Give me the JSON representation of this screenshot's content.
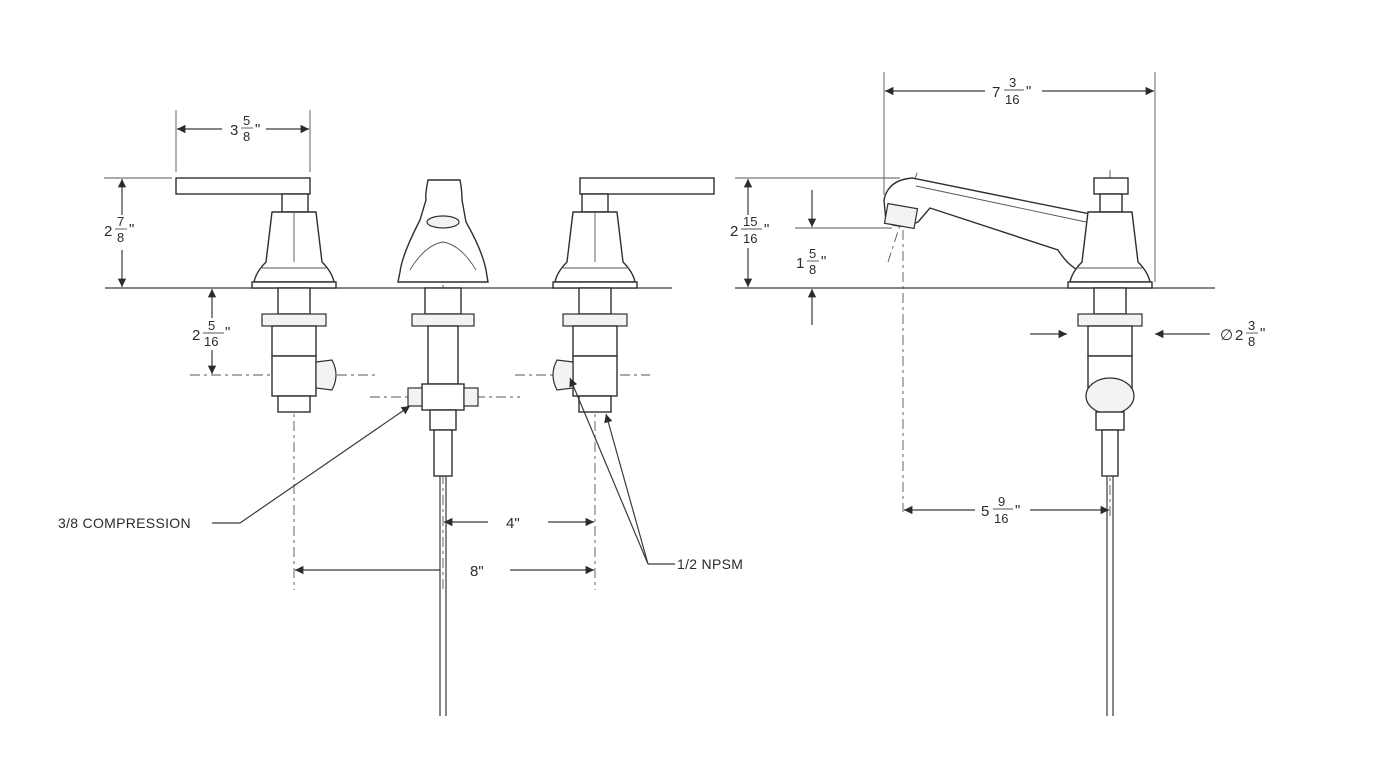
{
  "colors": {
    "line": "#3a3a3a",
    "text": "#2b2b2b",
    "background": "#ffffff"
  },
  "dimensions": {
    "handle_width": {
      "whole": "3",
      "num": "5",
      "den": "8",
      "unit": "\""
    },
    "handle_height": {
      "whole": "2",
      "num": "7",
      "den": "8",
      "unit": "\""
    },
    "below_deck": {
      "whole": "2",
      "num": "5",
      "den": "16",
      "unit": "\""
    },
    "spout_reach": {
      "whole": "7",
      "num": "3",
      "den": "16",
      "unit": "\""
    },
    "spout_height": {
      "whole": "2",
      "num": "15",
      "den": "16",
      "unit": "\""
    },
    "aerator_height": {
      "whole": "1",
      "num": "5",
      "den": "8",
      "unit": "\""
    },
    "base_diameter": {
      "prefix": "∅",
      "whole": "2",
      "num": "3",
      "den": "8",
      "unit": "\""
    },
    "spout_center": {
      "whole": "5",
      "num": "9",
      "den": "16",
      "unit": "\""
    },
    "center_4": "4\"",
    "spread_8": "8\""
  },
  "labels": {
    "compression": "3/8 COMPRESSION",
    "npsm": "1/2 NPSM"
  }
}
